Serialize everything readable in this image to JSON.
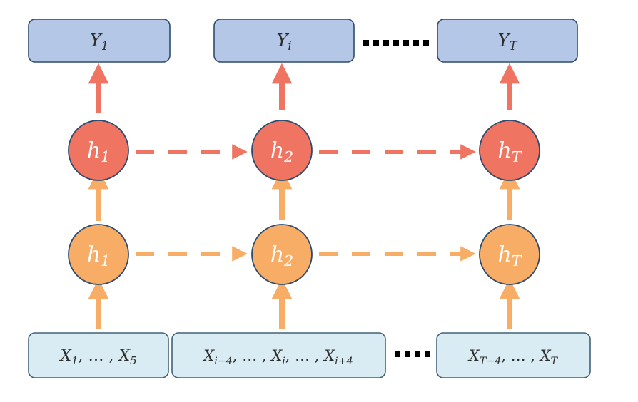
{
  "outputs": [
    {
      "base": "Y",
      "sub": "1"
    },
    {
      "base": "Y",
      "sub": "i"
    },
    {
      "base": "Y",
      "sub": "T"
    }
  ],
  "top_nodes": [
    {
      "base": "h",
      "sub": "1"
    },
    {
      "base": "h",
      "sub": "2"
    },
    {
      "base": "h",
      "sub": "T"
    }
  ],
  "bottom_nodes": [
    {
      "base": "h",
      "sub": "1"
    },
    {
      "base": "h",
      "sub": "2"
    },
    {
      "base": "h",
      "sub": "T"
    }
  ],
  "inputs": [
    {
      "parts": [
        {
          "base": "X",
          "sub": "1"
        },
        {
          "text": ", … , "
        },
        {
          "base": "X",
          "sub": "5"
        }
      ]
    },
    {
      "parts": [
        {
          "base": "X",
          "sub": "i−4"
        },
        {
          "text": ", … , "
        },
        {
          "base": "X",
          "sub": "i"
        },
        {
          "text": ", … , "
        },
        {
          "base": "X",
          "sub": "i+4"
        }
      ]
    },
    {
      "parts": [
        {
          "base": "X",
          "sub": "T−4"
        },
        {
          "text": ", … , "
        },
        {
          "base": "X",
          "sub": "T"
        }
      ]
    }
  ],
  "colors": {
    "output_fill": "#b4c7e7",
    "output_stroke": "#2f4b6e",
    "input_fill": "#d9ebf3",
    "input_stroke": "#41627a",
    "top_node_fill": "#ef7461",
    "top_node_stroke": "#2f4b6e",
    "bottom_node_fill": "#f8ad67",
    "bottom_node_stroke": "#2f4b6e",
    "top_arrow": "#ef7461",
    "bottom_arrow": "#f8ad67",
    "ellipsis": "#000000",
    "label_dark": "#2c2c2c",
    "label_light": "#ffffff"
  }
}
